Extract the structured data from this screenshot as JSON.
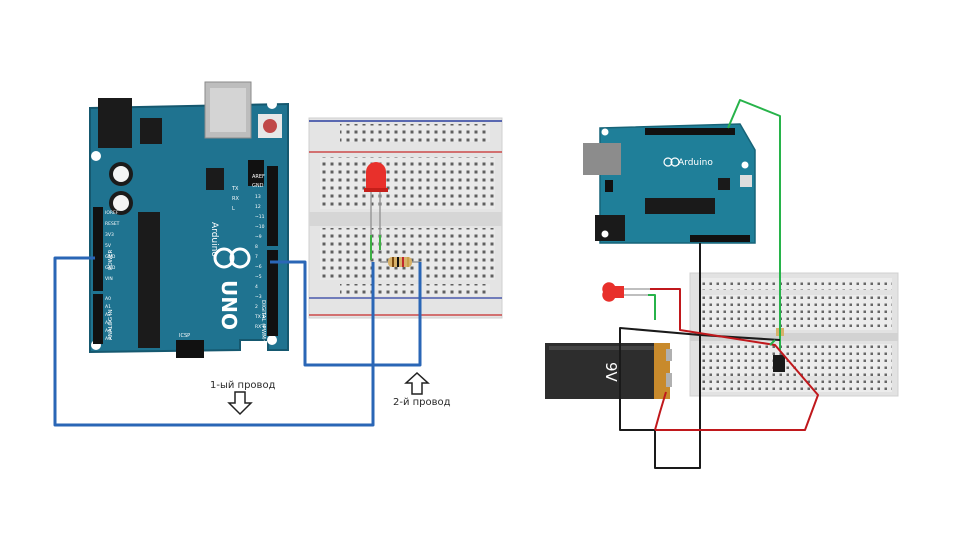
{
  "left_diagram": {
    "board_model": "UNO",
    "board_brand": "Arduino",
    "header_labels": [
      "IOREF",
      "RESET",
      "3V3",
      "5V",
      "GND",
      "GND",
      "VIN"
    ],
    "analog_labels": [
      "A0",
      "A1",
      "A2",
      "A3",
      "A4",
      "A5"
    ],
    "power_label": "POWER",
    "analog_in_label": "ANALOG IN",
    "digital_label": "DIGITAL (PWM~)",
    "aref_label": "AREF",
    "gnd_label": "GND",
    "digital_pins": [
      "13",
      "12",
      "~11",
      "~10",
      "~9",
      "8",
      "7",
      "~6",
      "~5",
      "4",
      "~3",
      "2",
      "TX 1",
      "RX 0"
    ],
    "icsp_label": "ICSP",
    "tx_label": "TX",
    "rx_label": "RX",
    "led_label": "L",
    "wire1_label": "1-ый провод",
    "wire2_label": "2-й провод",
    "colors": {
      "board": "#1f7390",
      "wire": "#2a66b6",
      "led": "#e8302b",
      "breadboard": "#e7e7e7"
    }
  },
  "right_diagram": {
    "board_brand": "Arduino",
    "battery_label": "9V",
    "colors": {
      "board": "#1f7f99",
      "wire_red": "#c0181c",
      "wire_black": "#1a1a1a",
      "wire_green": "#27b34a",
      "battery_body": "#2d2d2d",
      "battery_cap": "#c88a2c"
    }
  }
}
